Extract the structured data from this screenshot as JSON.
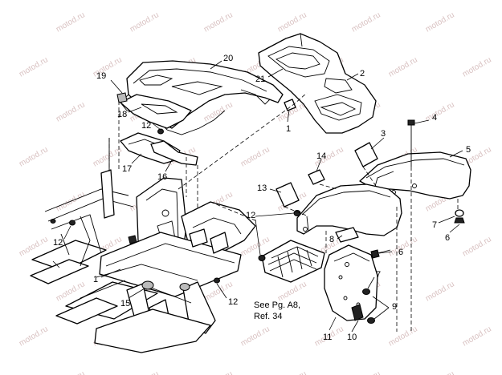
{
  "watermark": "motod.ru",
  "callouts": [
    {
      "id": "c1a",
      "text": "1"
    },
    {
      "id": "c1b",
      "text": "1"
    },
    {
      "id": "c2",
      "text": "2"
    },
    {
      "id": "c3",
      "text": "3"
    },
    {
      "id": "c4",
      "text": "4"
    },
    {
      "id": "c5",
      "text": "5"
    },
    {
      "id": "c6a",
      "text": "6"
    },
    {
      "id": "c6b",
      "text": "6"
    },
    {
      "id": "c7a",
      "text": "7"
    },
    {
      "id": "c7b",
      "text": "7"
    },
    {
      "id": "c8",
      "text": "8"
    },
    {
      "id": "c9",
      "text": "9"
    },
    {
      "id": "c10",
      "text": "10"
    },
    {
      "id": "c11",
      "text": "11"
    },
    {
      "id": "c12a",
      "text": "12"
    },
    {
      "id": "c12b",
      "text": "12"
    },
    {
      "id": "c12c",
      "text": "12"
    },
    {
      "id": "c12d",
      "text": "12"
    },
    {
      "id": "c13",
      "text": "13"
    },
    {
      "id": "c14",
      "text": "14"
    },
    {
      "id": "c15",
      "text": "15"
    },
    {
      "id": "c16",
      "text": "16"
    },
    {
      "id": "c17",
      "text": "17"
    },
    {
      "id": "c18",
      "text": "18"
    },
    {
      "id": "c19",
      "text": "19"
    },
    {
      "id": "c20",
      "text": "20"
    },
    {
      "id": "c21",
      "text": "21"
    }
  ],
  "reference_note": {
    "line1": "See Pg. A8,",
    "line2": "Ref. 34"
  }
}
